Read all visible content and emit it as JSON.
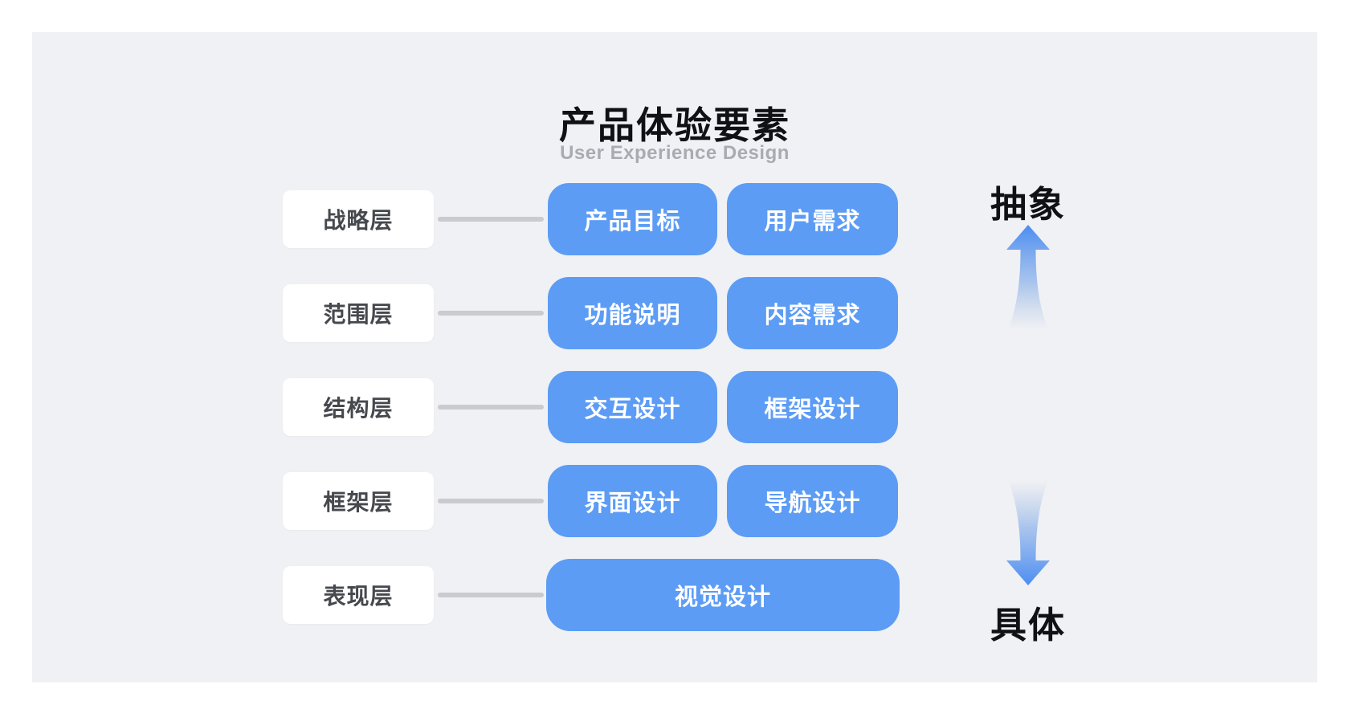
{
  "diagram": {
    "title": "产品体验要素",
    "subtitle": "User Experience Design",
    "rows": [
      {
        "label": "战略层",
        "items": [
          "产品目标",
          "用户需求"
        ]
      },
      {
        "label": "范围层",
        "items": [
          "功能说明",
          "内容需求"
        ]
      },
      {
        "label": "结构层",
        "items": [
          "交互设计",
          "框架设计"
        ]
      },
      {
        "label": "框架层",
        "items": [
          "界面设计",
          "导航设计"
        ]
      },
      {
        "label": "表现层",
        "items": [
          "视觉设计"
        ]
      }
    ],
    "axis": {
      "top": "抽象",
      "bottom": "具体"
    },
    "colors": {
      "page_bg": "#FFFFFF",
      "panel_bg": "#F0F1F4",
      "box_blue": "#5C9CF5",
      "box_text": "#FFFFFF",
      "label_bg": "#FFFFFF",
      "label_text": "#45484D",
      "connector_gray": "#C9CBCF",
      "title_color": "#101114",
      "subtitle_color": "#A8ABB2",
      "arrow_blue": "#4A8CF2"
    }
  }
}
